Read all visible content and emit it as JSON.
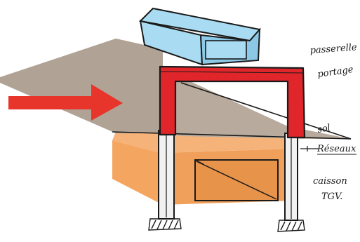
{
  "labels": {
    "passerelle": "passerelle",
    "portage": "portage",
    "sol": "sol",
    "reseaux": "Réseaux",
    "caisson_line1": "caisson",
    "caisson_line2": "TGV."
  },
  "colors": {
    "ground": "#b0a395",
    "portal_frame": "#e0262a",
    "arrow": "#e8352b",
    "caisson": "#f4a661",
    "caisson_dark": "#e8934a",
    "walkway": "#a9dcf2",
    "walkway_dark": "#8cc9e6",
    "pillars": "#f1f1f1",
    "ink": "#1a1a1a"
  }
}
